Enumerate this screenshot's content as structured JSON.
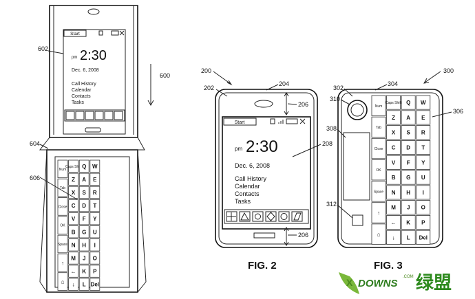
{
  "screen": {
    "start_label": "Start",
    "time_prefix": "pm",
    "time": "2:30",
    "date": "Dec. 6, 2008",
    "menu": [
      "Call History",
      "Calendar",
      "Contacts",
      "Tasks"
    ]
  },
  "labels": {
    "fig1_device": "602",
    "fig1_arrow": "600",
    "fig1_keyboard": "604",
    "fig1_keys": "606",
    "fig2_ref": "200",
    "fig2_body": "202",
    "fig2_top": "204",
    "fig2_gap_top": "206",
    "fig2_screen": "208",
    "fig2_gap_bottom": "206",
    "fig3_ref": "300",
    "fig3_body": "302",
    "fig3_top": "304",
    "fig3_camera": "310",
    "fig3_panel": "308",
    "fig3_keys": "306",
    "fig3_button": "312"
  },
  "captions": {
    "fig2": "FIG. 2",
    "fig3": "FIG. 3"
  },
  "watermark": {
    "logo_text": "DOWNS",
    "logo_suffix": ".COM",
    "cn_text": "绿盟"
  },
  "keyboard": {
    "letter_cols": [
      [
        "Num",
        "Tab",
        "Close",
        "OK",
        "Space",
        "↑",
        "⌂"
      ],
      [
        "Caps Shift",
        "Z",
        "X",
        "C",
        "V",
        "B",
        "N",
        "M",
        "←",
        "↓"
      ],
      [
        "Q",
        "A",
        "S",
        "D",
        "F",
        "G",
        "H",
        "J",
        "K",
        "L"
      ],
      [
        "W",
        "E",
        "R",
        "T",
        "Y",
        "U",
        "I",
        "O",
        "P",
        "Del"
      ]
    ]
  }
}
